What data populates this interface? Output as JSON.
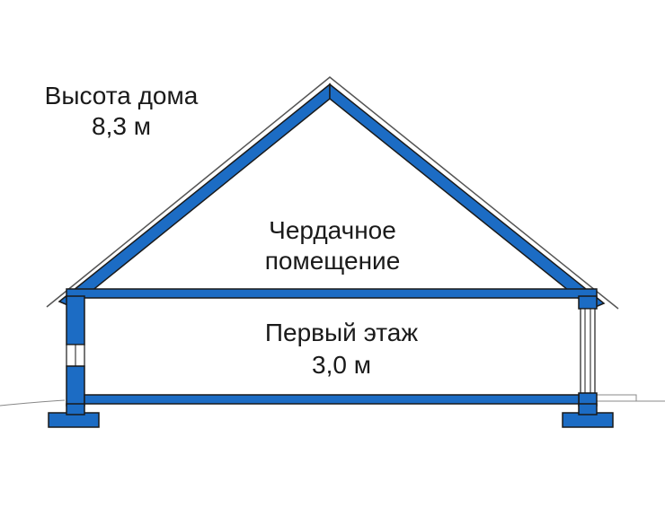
{
  "labels": {
    "height_title": "Высота дома",
    "height_value": "8,3 м",
    "attic_line1": "Чердачное",
    "attic_line2": "помещение",
    "floor_name": "Первый этаж",
    "floor_height": "3,0 м"
  },
  "colors": {
    "structure": "#1c6cc4",
    "outline": "#1a1a1a",
    "ground": "#666666"
  }
}
